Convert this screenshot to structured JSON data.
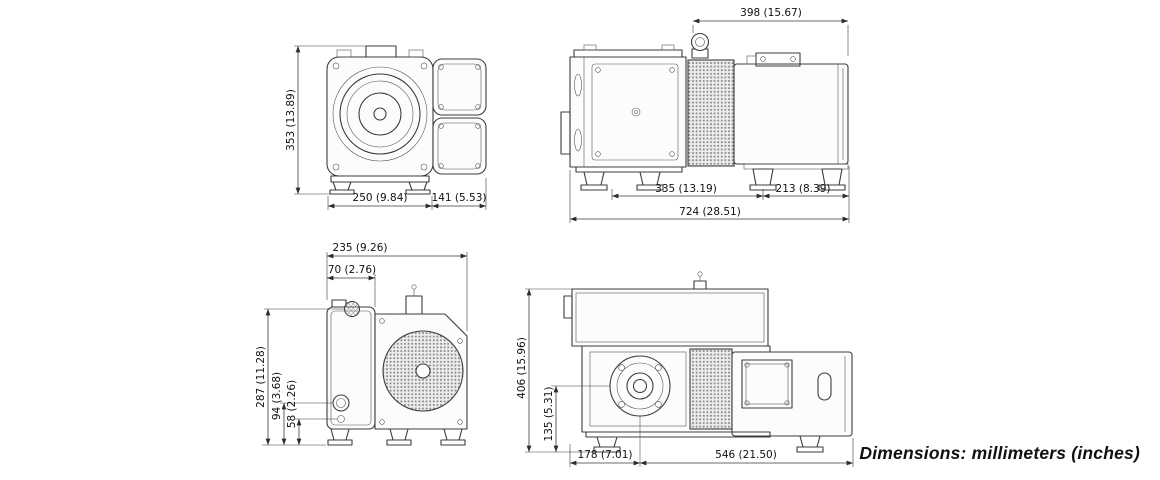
{
  "footer": {
    "note": "Dimensions: millimeters (inches)"
  },
  "views": {
    "front": {
      "dim_height": "353 (13.89)",
      "dim_width_body": "250 (9.84)",
      "dim_width_boxes": "141 (5.53)"
    },
    "side_right": {
      "dim_top": "398 (15.67)",
      "dim_feet_span": "335 (13.19)",
      "dim_motor_overhang": "213 (8.39)",
      "dim_total_length": "724 (28.51)"
    },
    "rear": {
      "dim_width_total": "235 (9.26)",
      "dim_width_tank": "70 (2.76)",
      "dim_height_total": "287 (11.28)",
      "dim_sight_glass_height": "94 (3.68)",
      "dim_drain_height": "58 (2.26)"
    },
    "side_left": {
      "dim_height_total": "406 (15.96)",
      "dim_axis_height": "135 (5.31)",
      "dim_flange_offset": "178 (7.01)",
      "dim_length_rear": "546 (21.50)"
    }
  }
}
